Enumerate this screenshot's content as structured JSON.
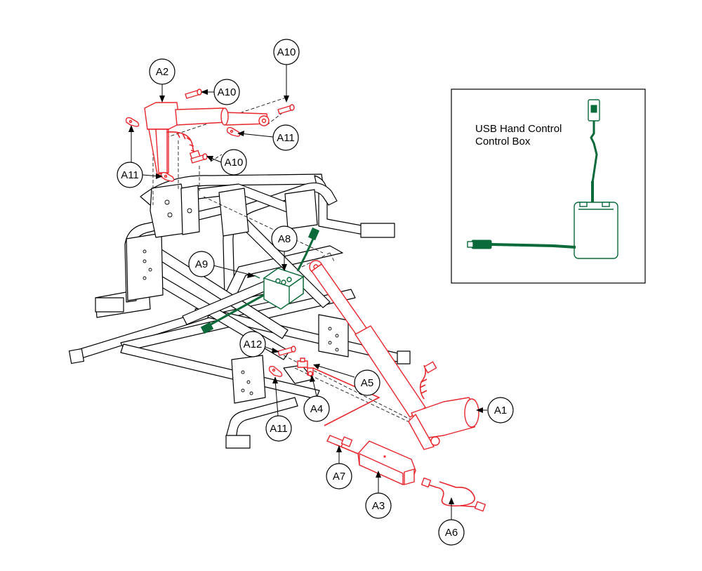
{
  "inset": {
    "line1": "USB Hand Control",
    "line2": "Control Box"
  },
  "callouts": {
    "a1": "A1",
    "a2": "A2",
    "a3": "A3",
    "a4": "A4",
    "a5": "A5",
    "a6": "A6",
    "a7": "A7",
    "a8": "A8",
    "a9": "A9",
    "a10": "A10",
    "a11": "A11",
    "a12": "A12"
  },
  "colors": {
    "replacement_part": "#e8262c",
    "electrical_part": "#0b6a3a",
    "frame": "#000000"
  }
}
